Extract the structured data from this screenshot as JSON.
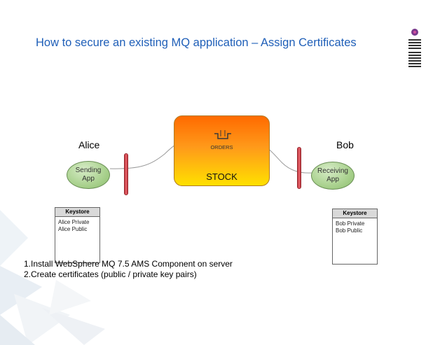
{
  "title": "How to secure an existing MQ application – Assign Certificates",
  "alice": {
    "name": "Alice",
    "app_line1": "Sending",
    "app_line2": "App",
    "keystore": {
      "header": "Keystore",
      "lines": [
        "Alice Private",
        "Alice Public"
      ]
    }
  },
  "bob": {
    "name": "Bob",
    "app_line1": "Receiving",
    "app_line2": "App",
    "keystore": {
      "header": "Keystore",
      "lines": [
        "Bob Private",
        "Bob Public"
      ]
    }
  },
  "queue_manager": {
    "name": "STOCK",
    "queue": "ORDERS"
  },
  "steps": [
    "1.Install WebSphere MQ 7.5 AMS Component on server",
    "2.Create certificates (public / private key pairs)"
  ],
  "colors": {
    "title": "#1f5fb8",
    "app_fill": "#a9d18e",
    "barrier": "#e0505a",
    "qmgr_top": "#ff6a00",
    "qmgr_bottom": "#ffe000"
  },
  "icons": [
    "ibm-logo-icon",
    "queue-icon",
    "security-barrier-icon"
  ]
}
